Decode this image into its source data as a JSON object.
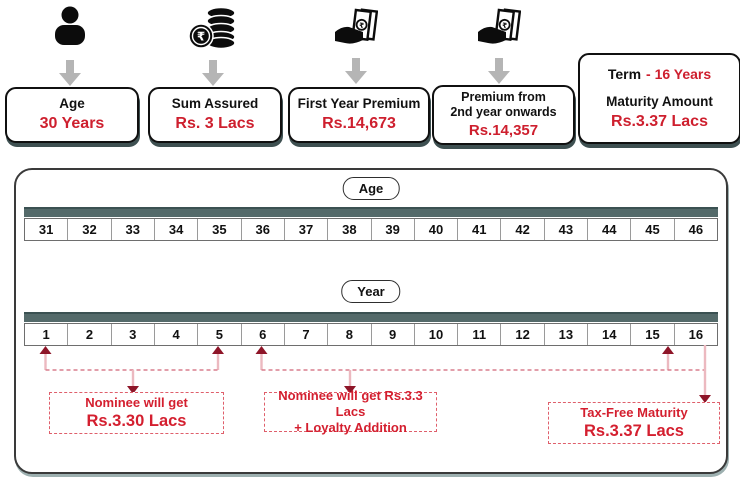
{
  "cards": {
    "age": {
      "label": "Age",
      "value": "30 Years"
    },
    "sum_assured": {
      "label": "Sum Assured",
      "value": "Rs. 3 Lacs"
    },
    "first_premium": {
      "label": "First Year Premium",
      "value": "Rs.14,673"
    },
    "renewal_premium": {
      "label1": "Premium from",
      "label2": "2nd year onwards",
      "value": "Rs.14,357"
    },
    "term": {
      "label": "Term",
      "value": "- 16 Years"
    },
    "maturity": {
      "label": "Maturity Amount",
      "value": "Rs.3.37 Lacs"
    }
  },
  "icons": [
    "person-icon",
    "rupee-coins-icon",
    "hand-money-icon",
    "hand-money-icon",
    "down-arrow-icon"
  ],
  "timeline": {
    "age_header": "Age",
    "age_values": [
      "31",
      "32",
      "33",
      "34",
      "35",
      "36",
      "37",
      "38",
      "39",
      "40",
      "41",
      "42",
      "43",
      "44",
      "45",
      "46"
    ],
    "year_header": "Year",
    "year_values": [
      "1",
      "2",
      "3",
      "4",
      "5",
      "6",
      "7",
      "8",
      "9",
      "10",
      "11",
      "12",
      "13",
      "14",
      "15",
      "16"
    ]
  },
  "callouts": {
    "nominee_early": {
      "line1": "Nominee will get",
      "line2": "Rs.3.30 Lacs"
    },
    "nominee_later": {
      "line1": "Nominee will get Rs.3.3 Lacs",
      "line2": "+ Loyalty Addition"
    },
    "maturity": {
      "line1": "Tax-Free Maturity",
      "line2": "Rs.3.37 Lacs"
    }
  },
  "colors": {
    "accent_red": "#ce1f2e",
    "arrowhead_maroon": "#8e1528",
    "arrow_stem_pink": "#ecb9c0",
    "dashed_line": "#d97f8d",
    "timeline_bar": "#546a6a",
    "card_shadow": "#3e5051",
    "gray_arrow": "#b5b5b5"
  }
}
